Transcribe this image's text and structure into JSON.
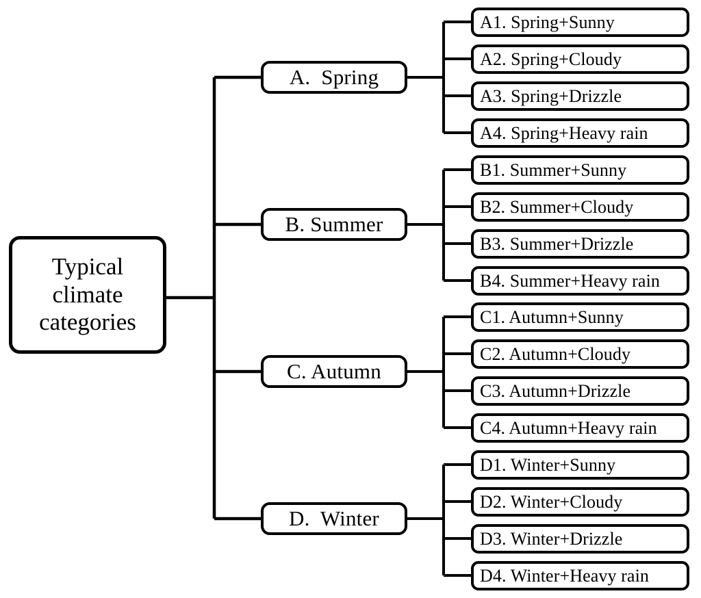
{
  "diagram": {
    "title": "Typical climate categories",
    "type": "hierarchy-tree",
    "orientation": "left-to-right",
    "levels": 3,
    "style": {
      "line_color": "#000000",
      "box_border_color": "#000000",
      "box_fill_color": "#ffffff",
      "background_color": "#ffffff"
    }
  },
  "root": {
    "label": "Typical climate categories",
    "lines": [
      "Typical",
      "climate",
      "categories"
    ]
  },
  "branches": [
    {
      "key": "A",
      "label": "A.  Spring",
      "season": "Spring",
      "children": [
        {
          "key": "A1",
          "label": "A1. Spring+Sunny",
          "condition": "Sunny"
        },
        {
          "key": "A2",
          "label": "A2. Spring+Cloudy",
          "condition": "Cloudy"
        },
        {
          "key": "A3",
          "label": "A3. Spring+Drizzle",
          "condition": "Drizzle"
        },
        {
          "key": "A4",
          "label": "A4. Spring+Heavy rain",
          "condition": "Heavy rain"
        }
      ]
    },
    {
      "key": "B",
      "label": "B. Summer",
      "season": "Summer",
      "children": [
        {
          "key": "B1",
          "label": "B1. Summer+Sunny",
          "condition": "Sunny"
        },
        {
          "key": "B2",
          "label": "B2. Summer+Cloudy",
          "condition": "Cloudy"
        },
        {
          "key": "B3",
          "label": "B3. Summer+Drizzle",
          "condition": "Drizzle"
        },
        {
          "key": "B4",
          "label": "B4. Summer+Heavy rain",
          "condition": "Heavy rain"
        }
      ]
    },
    {
      "key": "C",
      "label": "C. Autumn",
      "season": "Autumn",
      "children": [
        {
          "key": "C1",
          "label": "C1. Autumn+Sunny",
          "condition": "Sunny"
        },
        {
          "key": "C2",
          "label": "C2. Autumn+Cloudy",
          "condition": "Cloudy"
        },
        {
          "key": "C3",
          "label": "C3. Autumn+Drizzle",
          "condition": "Drizzle"
        },
        {
          "key": "C4",
          "label": "C4. Autumn+Heavy rain",
          "condition": "Heavy rain"
        }
      ]
    },
    {
      "key": "D",
      "label": "D.  Winter",
      "season": "Winter",
      "children": [
        {
          "key": "D1",
          "label": "D1. Winter+Sunny",
          "condition": "Sunny"
        },
        {
          "key": "D2",
          "label": "D2. Winter+Cloudy",
          "condition": "Cloudy"
        },
        {
          "key": "D3",
          "label": "D3. Winter+Drizzle",
          "condition": "Drizzle"
        },
        {
          "key": "D4",
          "label": "D4. Winter+Heavy rain",
          "condition": "Heavy rain"
        }
      ]
    }
  ]
}
